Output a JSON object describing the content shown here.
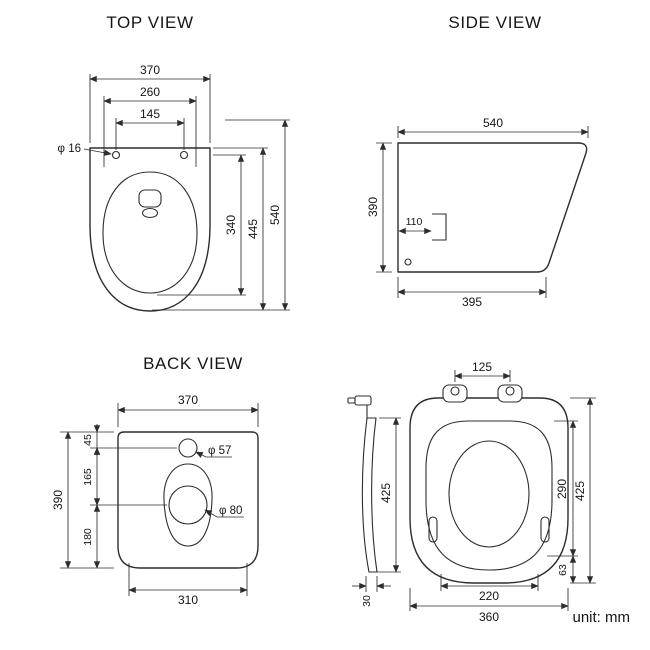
{
  "units": {
    "label": "unit: mm"
  },
  "top_view": {
    "title": "TOP VIEW",
    "dim_width_overall": "370",
    "dim_width_rim": "260",
    "dim_hole_spacing": "145",
    "dim_hole_diameter": "φ 16",
    "dim_depth_bowl": "340",
    "dim_depth_rim": "445",
    "dim_depth_overall": "540"
  },
  "side_view": {
    "title": "SIDE VIEW",
    "dim_depth_top": "540",
    "dim_height": "390",
    "dim_bracket_offset": "110",
    "dim_depth_bottom": "395"
  },
  "back_view": {
    "title": "BACK VIEW",
    "dim_width_overall": "370",
    "dim_seg_top": "45",
    "dim_seg_mid": "165",
    "dim_seg_bottom": "180",
    "dim_height_overall": "390",
    "dim_inlet_diameter": "φ 57",
    "dim_outlet_diameter": "φ 80",
    "dim_width_bottom": "310"
  },
  "seat_view": {
    "dim_hinge_spacing": "125",
    "dim_lid_thickness": "30",
    "dim_side_height": "425",
    "dim_height_overall": "425",
    "dim_opening_height": "290",
    "dim_bottom_gap": "63",
    "dim_opening_width": "220",
    "dim_width_overall": "360"
  }
}
